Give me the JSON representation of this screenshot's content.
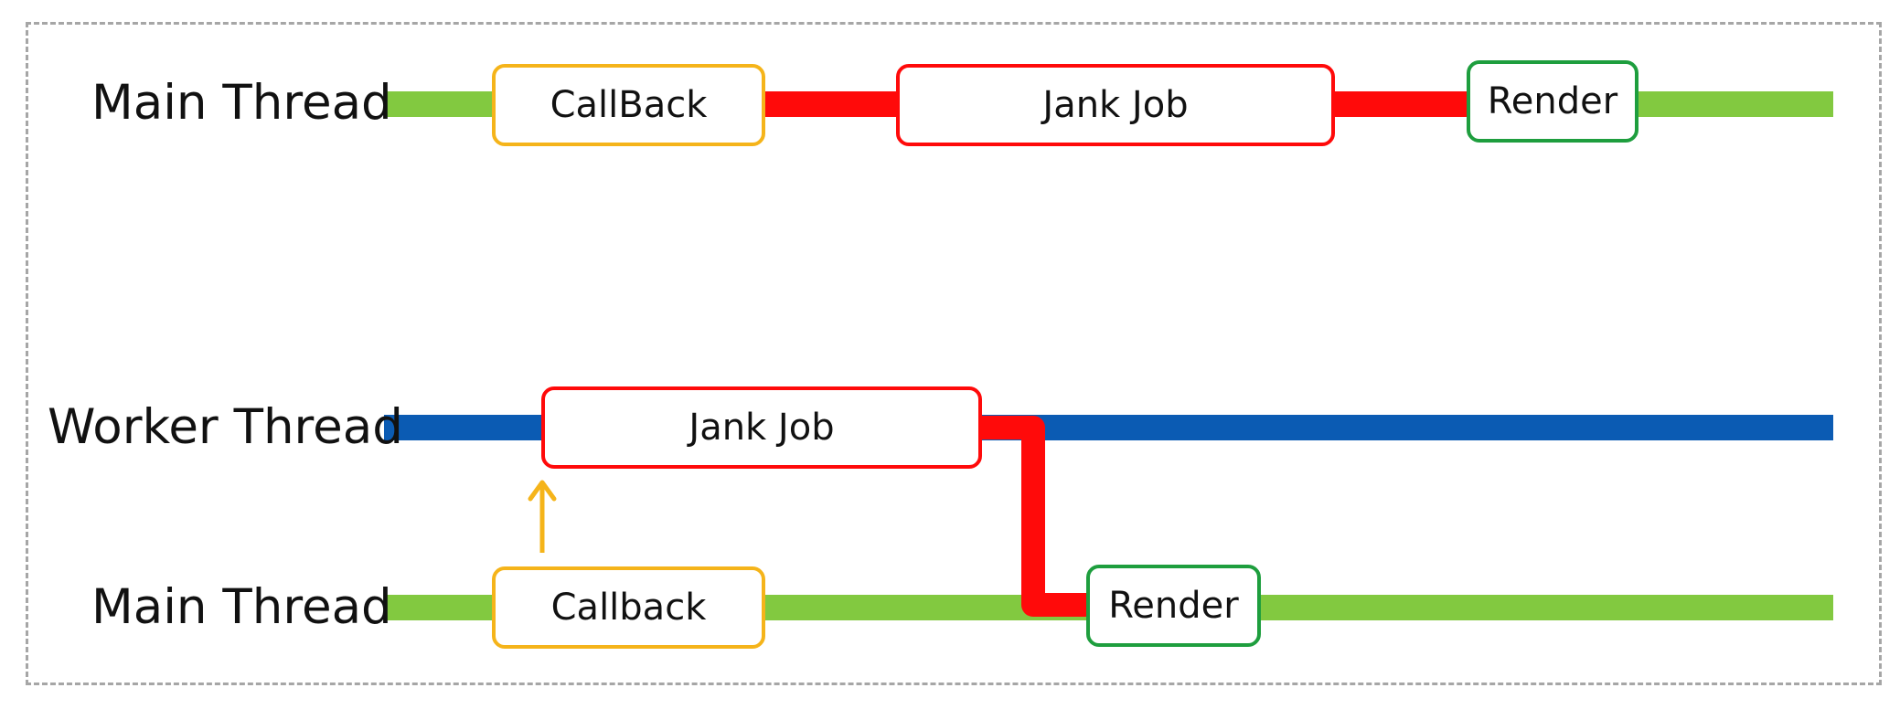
{
  "colors": {
    "main_thread_line": "#82c940",
    "worker_thread_line": "#0b5bb3",
    "jank": "#ff0a0a",
    "callback": "#f5b41a",
    "render": "#1e9e3e",
    "frame_border": "#a6a6a6"
  },
  "top": {
    "label": "Main Thread",
    "callback": "CallBack",
    "jank_job": "Jank Job",
    "render": "Render"
  },
  "bottom": {
    "worker_label": "Worker Thread",
    "worker_jank_job": "Jank Job",
    "main_label": "Main Thread",
    "callback": "Callback",
    "render": "Render"
  }
}
